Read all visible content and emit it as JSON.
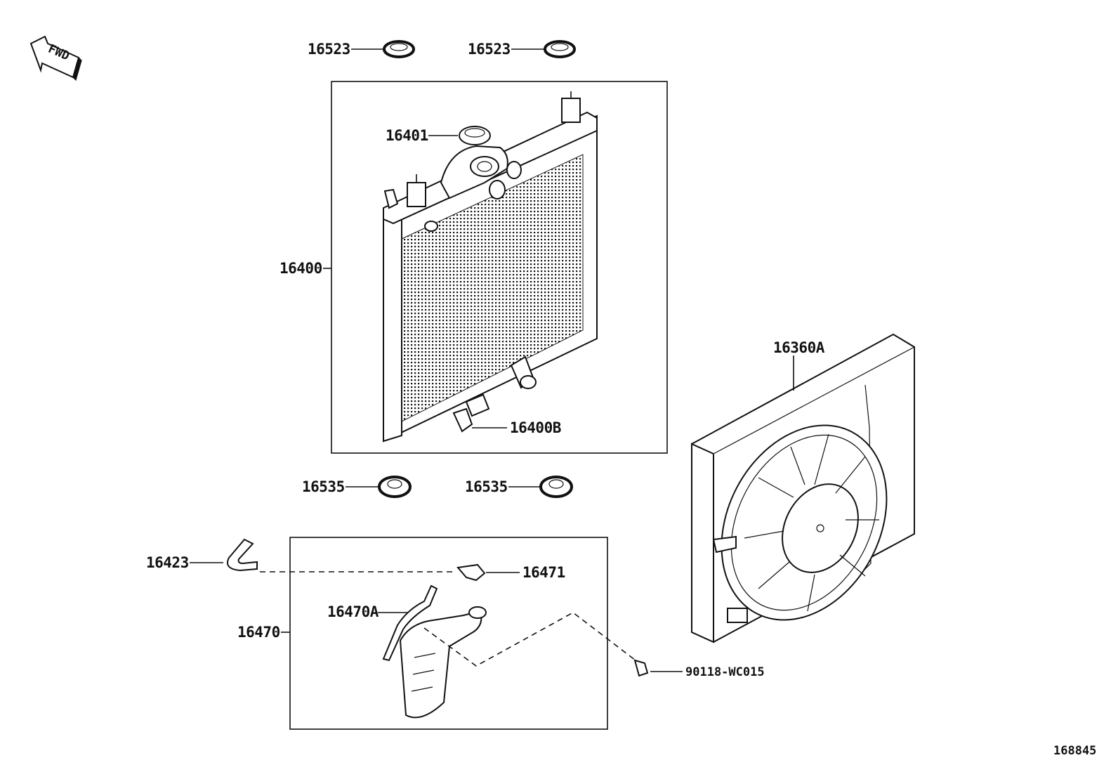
{
  "direction_marker": {
    "text": "FWD",
    "icon": "fwd-arrow-icon"
  },
  "labels": {
    "cap_seal_left": "16523",
    "cap_seal_right": "16523",
    "radiator_cap": "16401",
    "radiator_assy": "16400",
    "drain_cock": "16400B",
    "lower_cushion_left": "16535",
    "lower_cushion_right": "16535",
    "fan_shroud_assy": "16360A",
    "overflow_hose": "16423",
    "reservoir_cap": "16471",
    "reservoir_hose": "16470A",
    "reservoir_assy": "16470",
    "bolt": "90118-WC015"
  },
  "diagram_id": "168845",
  "colors": {
    "line": "#111111",
    "background": "#ffffff"
  }
}
